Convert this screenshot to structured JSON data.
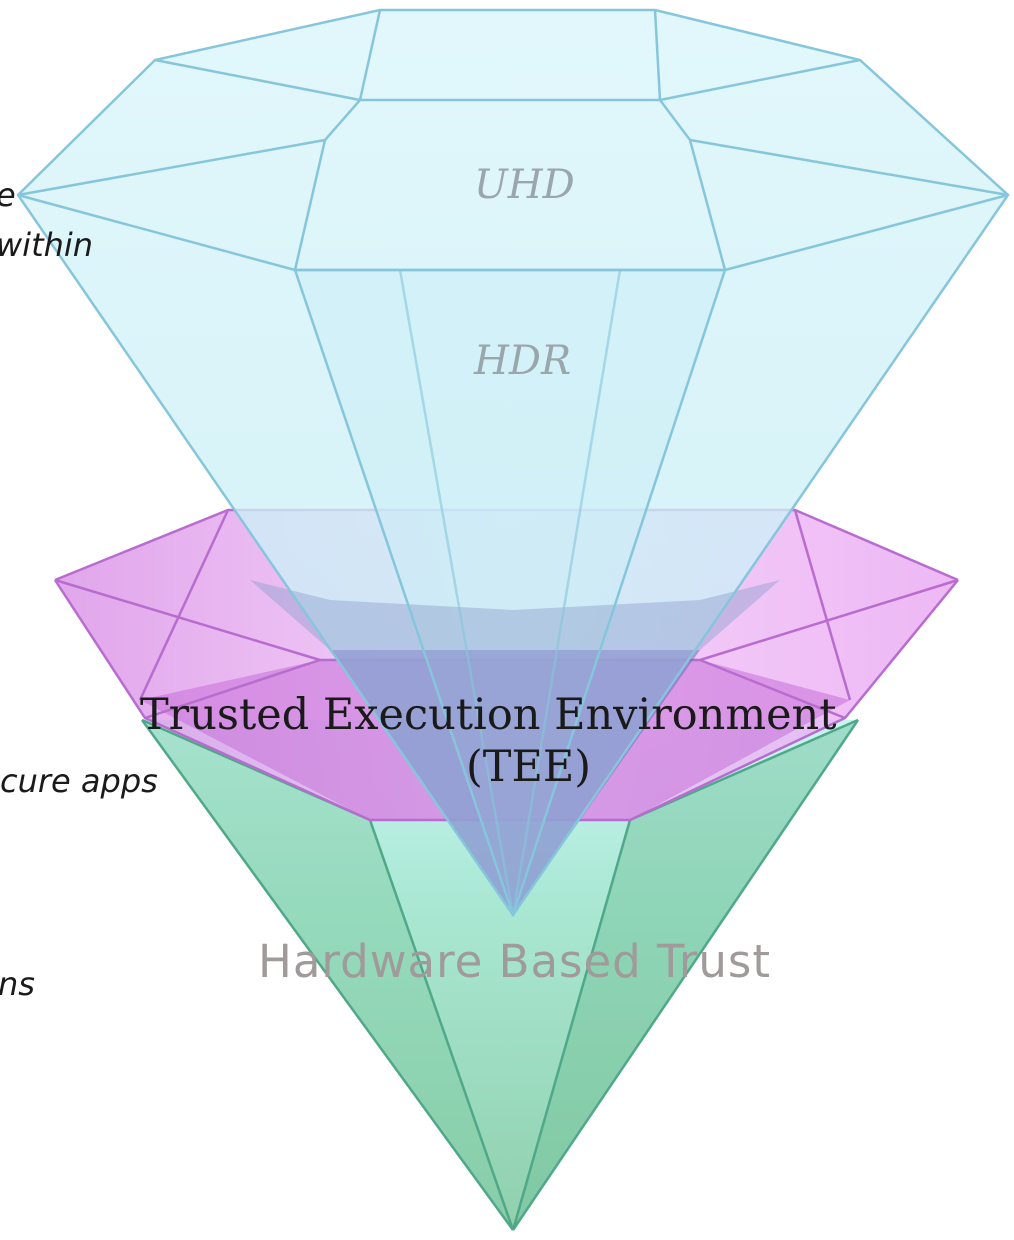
{
  "colors": {
    "diamond_fill": "#cdf1f7",
    "diamond_stroke": "#86c6dc",
    "tee_fill": "#e6a8f0",
    "tee_stroke": "#c07ad0",
    "base_fill": "#8fd2b0",
    "base_stroke": "#4fa889"
  },
  "diagram": {
    "upper_label_1": "UHD",
    "upper_label_2": "HDR",
    "middle_label_line1": "Trusted Execution Environment",
    "middle_label_line2": "(TEE)",
    "lower_label": "Hardware Based Trust"
  },
  "side_text": {
    "fragment_1": "e",
    "fragment_2": "within",
    "fragment_3": "cure apps",
    "fragment_4": "ns"
  }
}
